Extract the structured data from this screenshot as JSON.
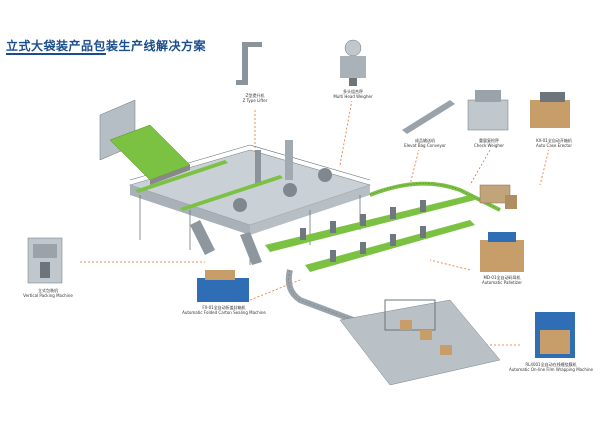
{
  "title": "立式大袋装产品包装生产线解决方案",
  "machines": {
    "z_lifter": {
      "cn": "Z型提升机",
      "en": "Z Type Lifter"
    },
    "multihead": {
      "cn": "多头组合秤",
      "en": "Multi Head Weigher"
    },
    "elevated_conveyor": {
      "cn": "成品输送机",
      "en": "Elevat Bag Conveyor"
    },
    "check_weigher": {
      "cn": "重量复检秤",
      "en": "Check Weigher"
    },
    "case_erector": {
      "cn": "KX-01全自动开箱机",
      "en": "Auto Case Erector"
    },
    "vertical_packing": {
      "cn": "立式包装机",
      "en": "Vertical Packing Machine"
    },
    "carton_sealing": {
      "cn": "FX-01全自动折盖封箱机",
      "en": "Automatic Folded Carton Sealing Machine"
    },
    "palletizer": {
      "cn": "MD-01全自动码垛机",
      "en": "Automatic Palletizer"
    },
    "wrapping": {
      "cn": "RL4001全自动在线缠绕膜机",
      "en": "Automatic On-line Film Wrapping Machine"
    }
  },
  "colors": {
    "accent": "#e8702a",
    "title": "#1a4d8f",
    "green": "#7bc142",
    "steel": "#9aa3aa"
  }
}
